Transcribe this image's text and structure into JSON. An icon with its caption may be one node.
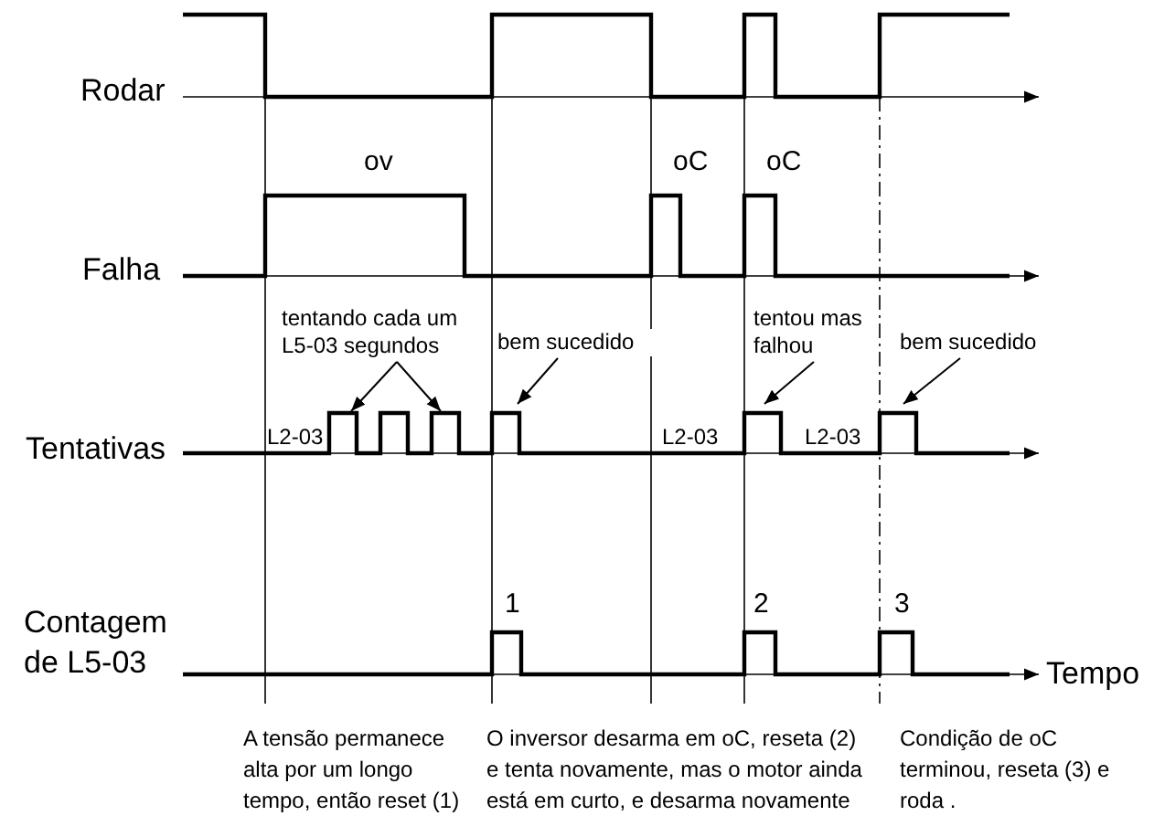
{
  "diagram": {
    "nodes": [
      {
        "text": [
          "tentando cada um L5-03 segundos"
        ]
      },
      {
        "text": [
          "bem sucedido"
        ]
      },
      {
        "text": [
          "tentou mas falhou"
        ]
      },
      {
        "text": [
          "bem sucedido"
        ]
      }
    ],
    "edges": [
      {
        "from": 0,
        "to": null,
        "arrow": "to"
      },
      {
        "from": 0,
        "to": null,
        "arrow": "to"
      },
      {
        "from": 1,
        "to": null,
        "arrow": "to"
      },
      {
        "from": 2,
        "to": null,
        "arrow": "to"
      },
      {
        "from": 3,
        "to": null,
        "arrow": "to"
      }
    ],
    "labels": [
      "Rodar",
      "ov",
      "oC",
      "oC",
      "Falha",
      "L2-03",
      "L2-03",
      "L2-03",
      "Tentativas",
      "1",
      "2",
      "3",
      "Contagem de L5-03",
      "Tempo",
      "A tensão permanece alta por um longo tempo, então reset (1)",
      "O inversor desarma em oC, reseta (2) e tenta novamente, mas o motor ainda está em curto, e desarma novamente",
      "Condição de oC terminou, reseta (3) e roda ."
    ]
  }
}
